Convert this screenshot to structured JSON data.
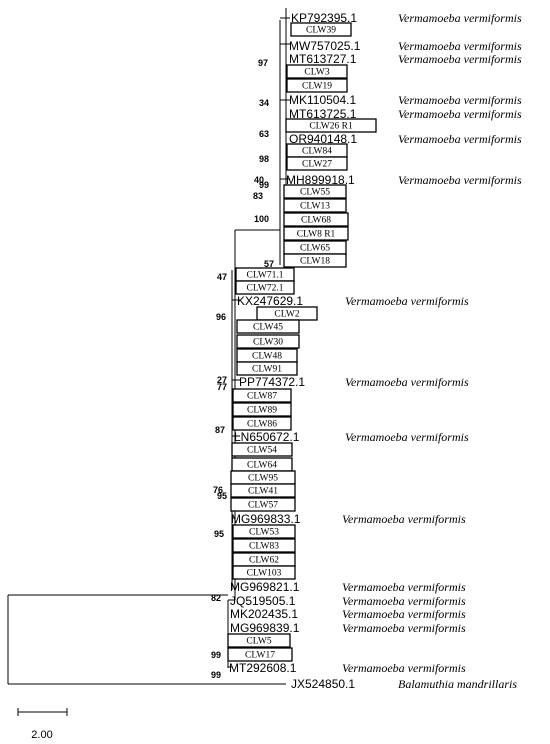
{
  "taxa": [
    {
      "id": "KP792395.1",
      "species": "Vermamoeba vermiformis"
    },
    {
      "id": "CLW39"
    },
    {
      "id": "MW757025.1",
      "species": "Vermamoeba vermiformis"
    },
    {
      "id": "MT613727.1",
      "species": "Vermamoeba vermiformis"
    },
    {
      "id": "CLW3"
    },
    {
      "id": "CLW19"
    },
    {
      "id": "MK110504.1",
      "species": "Vermamoeba vermiformis"
    },
    {
      "id": "MT613725.1",
      "species": "Vermamoeba vermiformis"
    },
    {
      "id": "CLW26 R1"
    },
    {
      "id": "OR940148.1",
      "species": "Vermamoeba vermiformis"
    },
    {
      "id": "CLW84"
    },
    {
      "id": "CLW27"
    },
    {
      "id": "MH899918.1",
      "species": "Vermamoeba vermiformis"
    },
    {
      "id": "CLW55"
    },
    {
      "id": "CLW13"
    },
    {
      "id": "CLW68"
    },
    {
      "id": "CLW8 R1"
    },
    {
      "id": "CLW65"
    },
    {
      "id": "CLW18"
    },
    {
      "id": "CLW71.1"
    },
    {
      "id": "CLW72.1"
    },
    {
      "id": "KX247629.1",
      "species": "Vermamoeba vermiformis"
    },
    {
      "id": "CLW2"
    },
    {
      "id": "CLW45"
    },
    {
      "id": "CLW30"
    },
    {
      "id": "CLW48"
    },
    {
      "id": "CLW91"
    },
    {
      "id": "PP774372.1",
      "species": "Vermamoeba vermiformis"
    },
    {
      "id": "CLW87"
    },
    {
      "id": "CLW89"
    },
    {
      "id": "CLW86"
    },
    {
      "id": "LN650672.1",
      "species": "Vermamoeba vermiformis"
    },
    {
      "id": "CLW54"
    },
    {
      "id": "CLW64"
    },
    {
      "id": "CLW95"
    },
    {
      "id": "CLW41"
    },
    {
      "id": "CLW57"
    },
    {
      "id": "MG969833.1",
      "species": "Vermamoeba vermiformis"
    },
    {
      "id": "CLW53"
    },
    {
      "id": "CLW83"
    },
    {
      "id": "CLW62"
    },
    {
      "id": "CLW103"
    },
    {
      "id": "MG969821.1",
      "species": "Vermamoeba vermiformis"
    },
    {
      "id": "JQ519505.1",
      "species": "Vermamoeba vermiformis"
    },
    {
      "id": "MK202435.1",
      "species": "Vermamoeba vermiformis"
    },
    {
      "id": "MG969839.1",
      "species": "Vermamoeba vermiformis"
    },
    {
      "id": "CLW5"
    },
    {
      "id": "CLW17"
    },
    {
      "id": "MT292608.1",
      "species": "Vermamoeba vermiformis"
    },
    {
      "id": "JX524850.1",
      "species": "Balamuthia mandrillaris"
    }
  ],
  "bootstrap": [
    "97",
    "34",
    "63",
    "98",
    "40",
    "99",
    "83",
    "100",
    "57",
    "47",
    "96",
    "27",
    "77",
    "87",
    "76",
    "95",
    "95",
    "82",
    "99",
    "99"
  ],
  "scale_bar": "2.00"
}
